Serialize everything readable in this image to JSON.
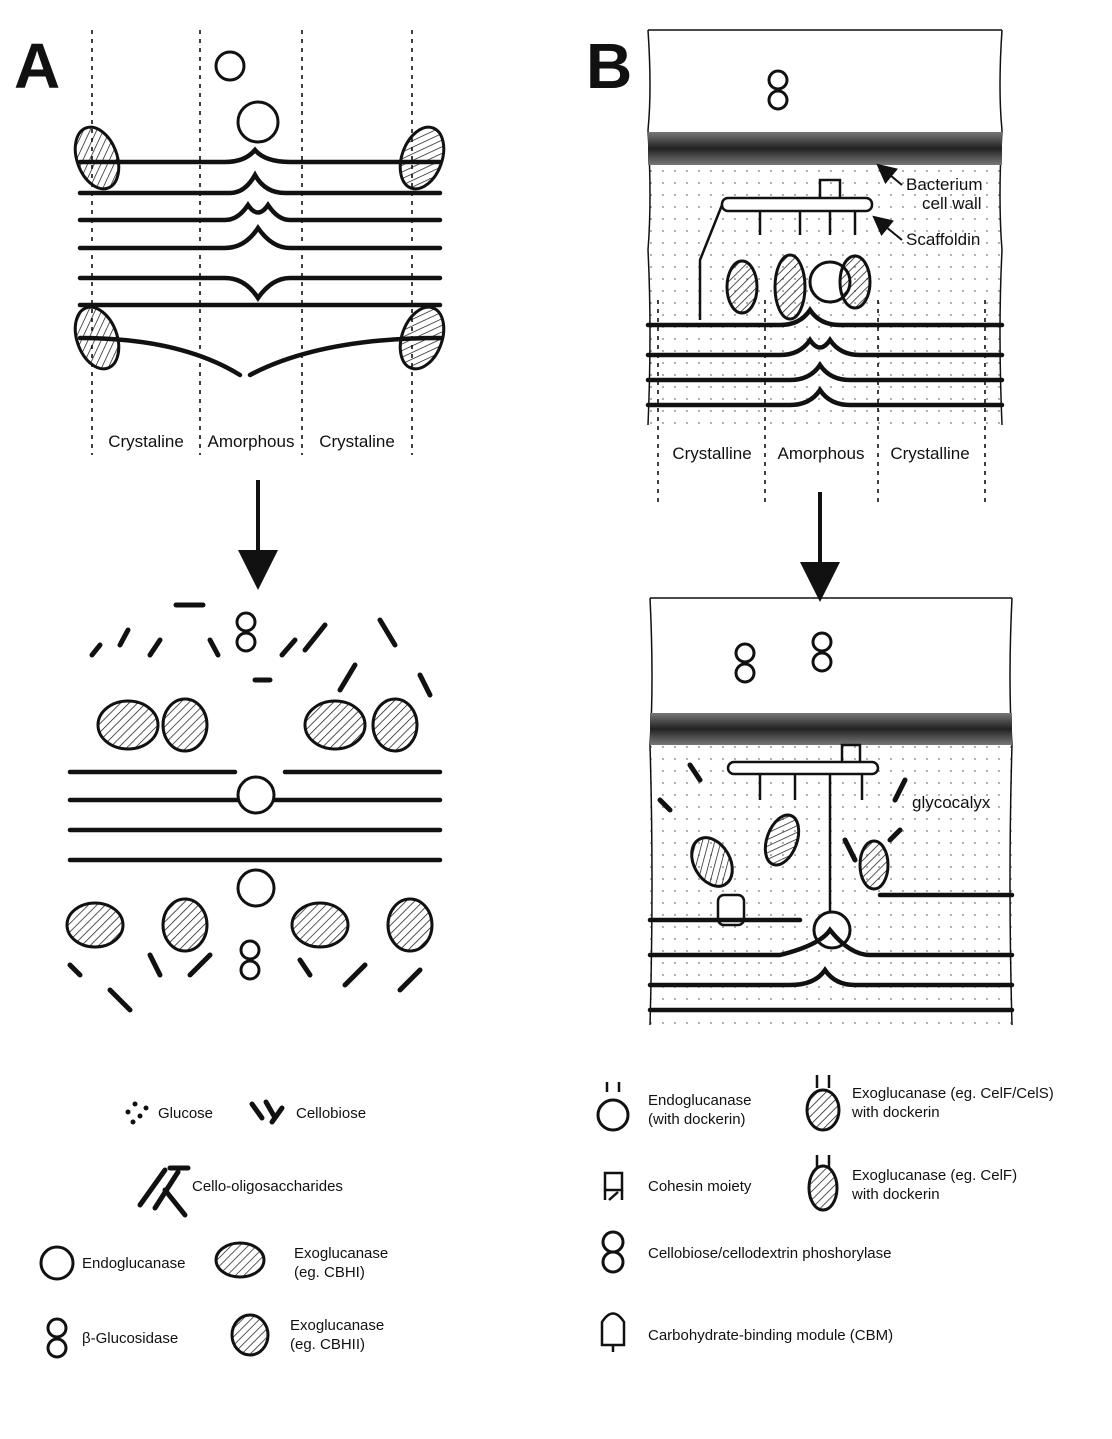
{
  "panels": [
    {
      "id": "A",
      "letter": "A"
    },
    {
      "id": "B",
      "letter": "B"
    }
  ],
  "panel_a": {
    "regions": [
      "Crystaline",
      "Amorphous",
      "Crystaline"
    ]
  },
  "panel_b": {
    "regions": [
      "Crystalline",
      "Amorphous",
      "Crystalline"
    ],
    "labels": {
      "bacterium_1": "Bacterium",
      "bacterium_2": "cell wall",
      "scaffoldin": "Scaffoldin",
      "glycocalyx": "glycocalyx"
    }
  },
  "legend_a": {
    "glucose": "Glucose",
    "cellobiose": "Cellobiose",
    "cello_oligo": "Cello-oligosaccharides",
    "endoglucanase": "Endoglucanase",
    "exo_cbhi_1": "Exoglucanase",
    "exo_cbhi_2": "(eg. CBHI)",
    "beta_glucosidase": "β-Glucosidase",
    "exo_cbhii_1": "Exoglucanase",
    "exo_cbhii_2": "(eg. CBHII)"
  },
  "legend_b": {
    "endo_dock_1": "Endoglucanase",
    "endo_dock_2": "(with dockerin)",
    "exo_celf_cels_1": "Exoglucanase (eg. CelF/CelS)",
    "exo_celf_cels_2": "with dockerin",
    "cohesin": "Cohesin moiety",
    "exo_celf_1": "Exoglucanase (eg. CelF)",
    "exo_celf_2": "with dockerin",
    "phosphorylase": "Cellobiose/cellodextrin phoshorylase",
    "cbm": "Carbohydrate-binding module (CBM)"
  }
}
